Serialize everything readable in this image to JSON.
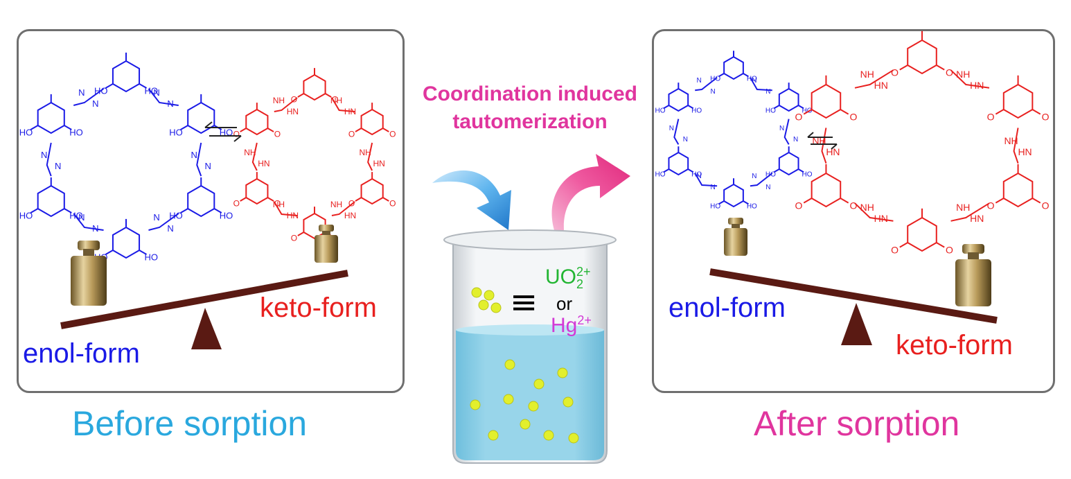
{
  "left_panel": {
    "enol_label": "enol-form",
    "keto_label": "keto-form",
    "caption": "Before sorption"
  },
  "right_panel": {
    "enol_label": "enol-form",
    "keto_label": "keto-form",
    "caption": "After sorption"
  },
  "center": {
    "title_line1": "Coordination induced",
    "title_line2": "tautomerization",
    "equiv_symbol": "≡",
    "ion1": "UO",
    "ion1_sub": "2",
    "ion1_sup": "2+",
    "or_text": "or",
    "ion2": "Hg",
    "ion2_sup": "2+"
  },
  "atoms": {
    "OH": "HO",
    "O": "O",
    "N": "N",
    "NH": "NH",
    "HN": "HN"
  },
  "colors": {
    "enol": "#1a1ae6",
    "keto": "#e8201f",
    "before_caption": "#2aa8de",
    "after_caption": "#e0359e",
    "center_title": "#e0359e",
    "uranyl": "#22b532",
    "mercury": "#d23ad6",
    "beam": "#5a1a13",
    "water": "#8fd0e8",
    "particle": "#e2ef2d",
    "arrow_blue": "#2e8fe0",
    "arrow_pink": "#ee3b8f",
    "panel_border": "#6f6f6f",
    "weight_gold": "#b89a5a"
  }
}
